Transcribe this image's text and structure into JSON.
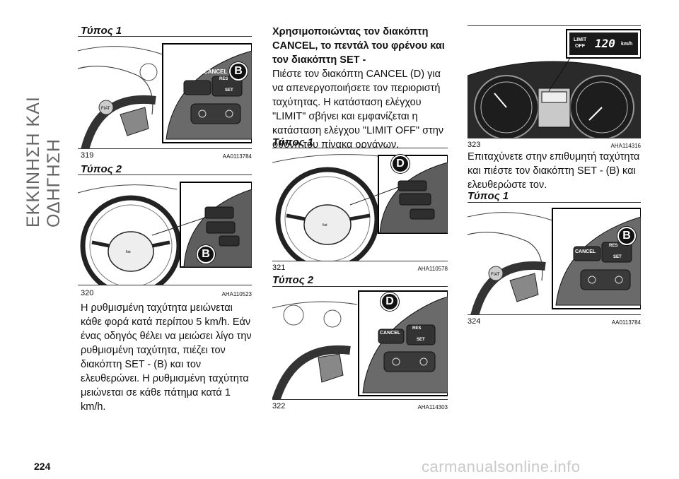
{
  "side_title": "ΕΚΚΙΝΗΣΗ ΚΑΙ ΟΔΗΓΗΣΗ",
  "page_number": "224",
  "watermark": "carmanualsonline.info",
  "col1": {
    "heading1": "Τύπος 1",
    "fig319": {
      "num": "319",
      "code": "AA0113784",
      "badge": "B",
      "cancel": "CANCEL",
      "res": "RES",
      "set": "SET"
    },
    "heading2": "Τύπος 2",
    "fig320": {
      "num": "320",
      "code": "AHA110523",
      "badge": "B"
    },
    "paragraph": "Η ρυθμισμένη ταχύτητα μειώνεται κάθε φορά κατά περίπου 5 km/h. Εάν ένας οδηγός θέλει να μειώσει λίγο την ρυθμισμένη ταχύτητα, πιέζει τον διακόπτη SET - (B) και τον ελευθερώνει. Η ρυθμισμένη ταχύτητα μειώνεται σε κάθε πάτημα κατά 1 km/h."
  },
  "col2": {
    "bold_intro": "Χρησιμοποιώντας τον διακόπτη CANCEL, το πεντάλ του φρένου και τον διακόπτη SET -",
    "paragraph": "Πιέστε τον διακόπτη CANCEL (D) για να απενεργοποιήσετε τον περιοριστή ταχύτητας. Η κατάσταση ελέγχου \"LIMIT\" σβήνει και εμφανίζεται η κατάσταση ελέγχου \"LIMIT OFF\" στην οθόνη του πίνακα οργάνων.",
    "heading1": "Τύπος 1",
    "fig321": {
      "num": "321",
      "code": "AHA110578",
      "badge": "D"
    },
    "heading2": "Τύπος 2",
    "fig322": {
      "num": "322",
      "code": "AHA114303",
      "badge": "D",
      "cancel": "CANCEL",
      "res": "RES",
      "set": "SET"
    }
  },
  "col3": {
    "fig323": {
      "num": "323",
      "code": "AHA114316",
      "display_limit": "LIMIT",
      "display_off": "OFF",
      "display_speed": "120",
      "display_unit": "km/h"
    },
    "paragraph": "Επιταχύνετε στην επιθυμητή ταχύτητα και πιέστε τον διακόπτη SET - (B) και ελευθερώστε τον.",
    "heading1": "Τύπος 1",
    "fig324": {
      "num": "324",
      "code": "AA0113784",
      "badge": "B",
      "cancel": "CANCEL",
      "res": "RES",
      "set": "SET"
    }
  }
}
